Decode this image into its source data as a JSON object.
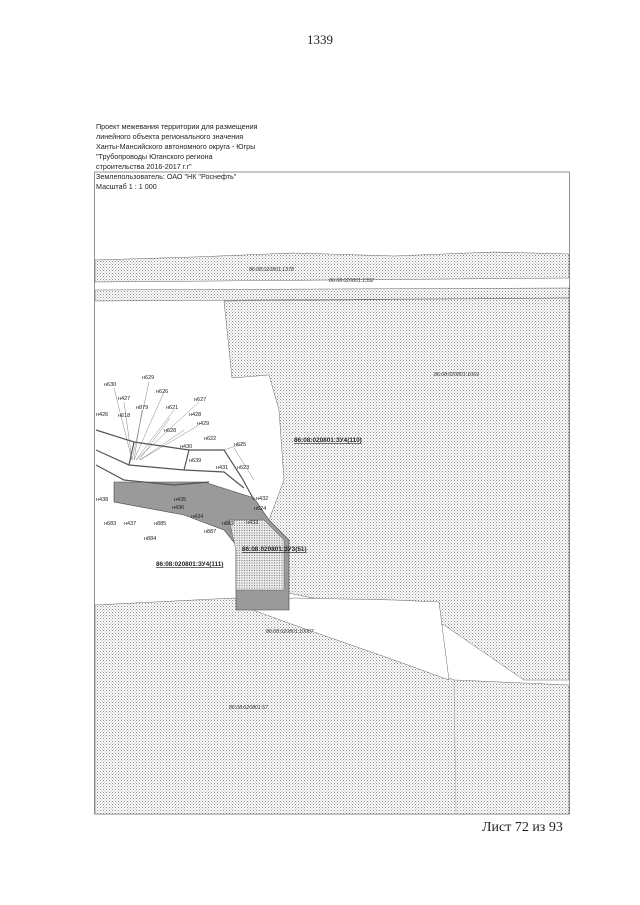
{
  "page_number": "1339",
  "sheet_label": "Лист 72 из 93",
  "header": {
    "lines": [
      "Проект межевания территории для размещения",
      "линейного объекта регионального значения",
      "Ханты-Мансийского автономного округа - Югры",
      "\"Трубопроводы Юганского региона",
      "строительства 2016-2017 г.г\"",
      "Землепользователь: ОАО \"НК \"Роснефть\"",
      "Масштаб 1 : 1 000"
    ]
  },
  "parcels": {
    "p1378": "86:08:020801:1378",
    "p1392": "86:08:020801:1392",
    "p1069": "86:08:020801:1069",
    "p10007": "86:08:020801:10007",
    "p57": "86:08:020801:57"
  },
  "plots": {
    "zu4_110": "86:08:020801:ЗУ4(110)",
    "zu3_51": "86:08:020801:ЗУ3(51)",
    "zu4_111": "86:08:020801:ЗУ4(111)"
  },
  "points": {
    "n630": "н630",
    "n629": "н629",
    "n427": "н427",
    "n626": "н626",
    "n879": "н879",
    "n426": "н426",
    "n618": "н618",
    "n621": "н621",
    "n627": "н627",
    "n428": "н428",
    "n628": "н628",
    "n429": "н429",
    "n430": "н430",
    "n622": "н622",
    "n625": "н625",
    "n639": "н639",
    "n431": "н431",
    "n623": "н623",
    "n432": "н432",
    "n438": "н438",
    "n435": "н435",
    "n624": "н624",
    "n434": "н434",
    "n433": "н433",
    "n436": "н436",
    "n683": "н683",
    "n437": "н437",
    "n885": "н885",
    "n887": "н887",
    "n884": "н884",
    "n882": "н882"
  }
}
